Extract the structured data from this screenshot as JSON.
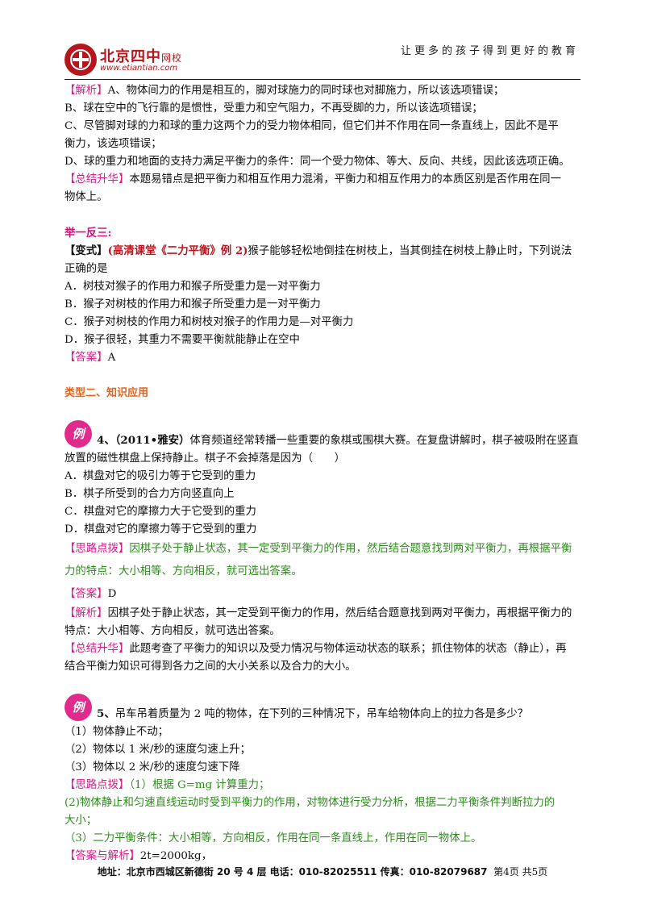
{
  "header": {
    "logo_name": "北京四中",
    "logo_net": "网校",
    "logo_url": "www.etiantian.com",
    "slogan": "让更多的孩子得到更好的教育"
  },
  "block1": {
    "analysis_tag": "【解析】",
    "analysis_a": "A、物体间力的作用是相互的，脚对球施力的同时球也对脚施力，所以该选项错误；",
    "line_b": "B、球在空中的飞行靠的是惯性，受重力和空气阻力，不再受脚的力，所以该选项错误；",
    "line_c1": "C、尽管脚对球的力和球的重力这两个力的受力物体相同，但它们并不作用在同一条直线上，因此不是平",
    "line_c2": "衡力，该选项错误；",
    "line_d": "D、球的重力和地面的支持力满足平衡力的条件：同一个受力物体、等大、反向、共线，因此该选项正确。",
    "summary_tag": "【总结升华】",
    "summary_1": "本题易错点是把平衡力和相互作用力混淆，平衡力和相互作用力的本质区别是否作用在同一",
    "summary_2": "物体上。"
  },
  "variant": {
    "heading": "举一反三:",
    "tag_open": "【变式】",
    "source": "(高清课堂《二力平衡》例 2)",
    "question_1": "猴子能够轻松地倒挂在树枝上，当其倒挂在树枝上静止时，下列说法",
    "question_2": "正确的是",
    "option_a": "A．树枝对猴子的作用力和猴子所受重力是一对平衡力",
    "option_b": "B．猴子对树枝的作用力和猴子所受重力是一对平衡力",
    "option_c": "C．猴子对树枝的作用力和树枝对猴子的作用力是—对平衡力",
    "option_d": "D．猴子很轻，其重力不需要平衡就能静止在空中",
    "answer_tag": "【答案】",
    "answer": "A"
  },
  "section2": {
    "heading": "类型二、知识应用"
  },
  "example4": {
    "badge": "例",
    "number": "4、",
    "source": "（2011•雅安）",
    "question_1": "体育频道经常转播一些重要的象棋或围棋大赛。在复盘讲解时，棋子被吸附在竖直",
    "question_2": "放置的磁性棋盘上保持静止。棋子不会掉落是因为（　　）",
    "option_a": "A．棋盘对它的吸引力等于它受到的重力",
    "option_b": "B．棋子所受到的合力方向竖直向上",
    "option_c": "C．棋盘对它的摩擦力大于它受到的重力",
    "option_d": "D．棋盘对它的摩擦力等于它受到的重力",
    "hint_tag": "【思路点拨】",
    "hint_1": "因棋子处于静止状态，其一定受到平衡力的作用，然后结合题意找到两对平衡力，再根据平衡",
    "hint_2": "力的特点：大小相等、方向相反，就可选出答案。",
    "answer_tag": "【答案】",
    "answer": "D",
    "analysis_tag": "【解析】",
    "analysis_1": "因棋子处于静止状态，其一定受到平衡力的作用，然后结合题意找到两对平衡力，再根据平衡力的",
    "analysis_2": "特点：大小相等、方向相反，就可选出答案。",
    "summary_tag": "【总结升华】",
    "summary_1": "此题考查了平衡力的知识以及受力情况与物体运动状态的联系；抓住物体的状态（静止），再",
    "summary_2": "结合平衡力知识可得到各力之间的大小关系以及合力的大小。"
  },
  "example5": {
    "badge": "例",
    "number": "5、",
    "question": "吊车吊着质量为 2 吨的物体，在下列的三种情况下，吊车给物体向上的拉力各是多少？",
    "case_1": "（1）物体静止不动；",
    "case_2": "（2）物体以 1 米/秒的速度匀速上升；",
    "case_3": "（3）物体以 2 米/秒的速度匀速下降",
    "hint_tag": "【思路点拨】",
    "hint_1": "（1）根据 G=mg 计算重力；",
    "hint_2": "(2)物体静止和匀速直线运动时受到平衡力的作用，对物体进行受力分析，根据二力平衡条件判断拉力的",
    "hint_3": "大小；",
    "hint_4": "（3）二力平衡条件：大小相等，方向相反，作用在同一条直线上，作用在同一物体上。",
    "answer_tag": "【答案与解析】",
    "answer_1": "2t=2000kg，"
  },
  "footer": {
    "address": "地址：北京市西城区新德街 20 号 4 层  电话：010-82025511  传真：010-82079687",
    "page": "第4页  共5页"
  }
}
